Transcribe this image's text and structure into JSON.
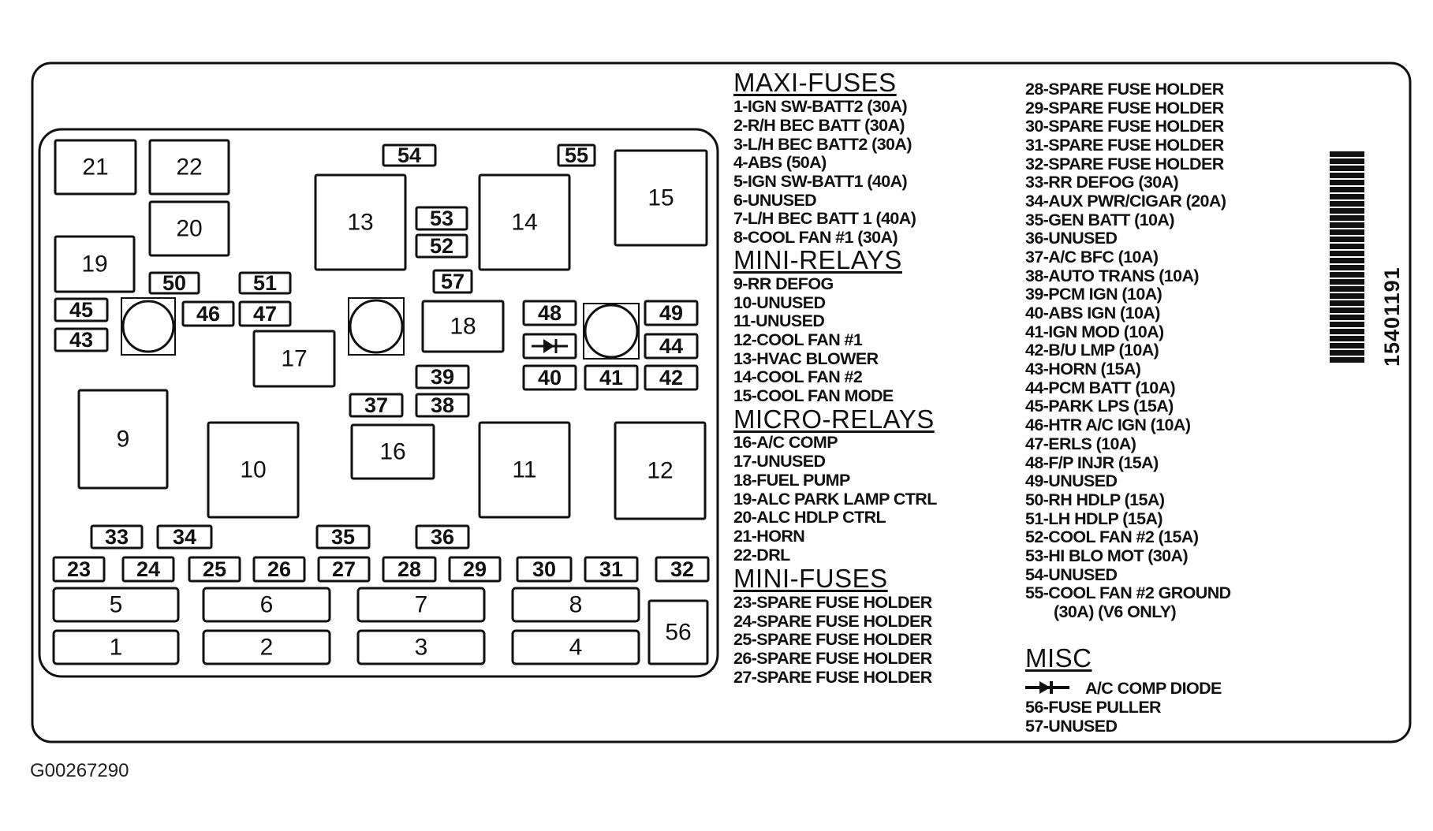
{
  "fuse_box": {
    "components": [
      {
        "label": "21",
        "shape": "rect"
      },
      {
        "label": "22",
        "shape": "rect"
      },
      {
        "label": "20",
        "shape": "rect"
      },
      {
        "label": "19",
        "shape": "rect"
      },
      {
        "label": "13",
        "shape": "rect"
      },
      {
        "label": "14",
        "shape": "rect"
      },
      {
        "label": "15",
        "shape": "rect"
      },
      {
        "label": "54",
        "shape": "fuse"
      },
      {
        "label": "55",
        "shape": "fuse"
      },
      {
        "label": "53",
        "shape": "fuse"
      },
      {
        "label": "52",
        "shape": "fuse"
      },
      {
        "label": "57",
        "shape": "fuse"
      },
      {
        "label": "50",
        "shape": "fuse"
      },
      {
        "label": "51",
        "shape": "fuse"
      },
      {
        "label": "45",
        "shape": "fuse"
      },
      {
        "label": "43",
        "shape": "fuse"
      },
      {
        "label": "46",
        "shape": "fuse"
      },
      {
        "label": "47",
        "shape": "fuse"
      },
      {
        "label": "",
        "shape": "circle"
      },
      {
        "label": "",
        "shape": "circle"
      },
      {
        "label": "",
        "shape": "circle"
      },
      {
        "label": "18",
        "shape": "rect"
      },
      {
        "label": "17",
        "shape": "rect"
      },
      {
        "label": "48",
        "shape": "fuse"
      },
      {
        "label": "49",
        "shape": "fuse"
      },
      {
        "label": "44",
        "shape": "fuse"
      },
      {
        "label": "",
        "shape": "diode"
      },
      {
        "label": "40",
        "shape": "fuse"
      },
      {
        "label": "41",
        "shape": "fuse"
      },
      {
        "label": "42",
        "shape": "fuse"
      },
      {
        "label": "39",
        "shape": "fuse"
      },
      {
        "label": "37",
        "shape": "fuse"
      },
      {
        "label": "38",
        "shape": "fuse"
      },
      {
        "label": "9",
        "shape": "rect"
      },
      {
        "label": "10",
        "shape": "rect"
      },
      {
        "label": "16",
        "shape": "rect"
      },
      {
        "label": "11",
        "shape": "rect"
      },
      {
        "label": "12",
        "shape": "rect"
      },
      {
        "label": "33",
        "shape": "fuse"
      },
      {
        "label": "34",
        "shape": "fuse"
      },
      {
        "label": "35",
        "shape": "fuse"
      },
      {
        "label": "36",
        "shape": "fuse"
      },
      {
        "label": "23",
        "shape": "fuse"
      },
      {
        "label": "24",
        "shape": "fuse"
      },
      {
        "label": "25",
        "shape": "fuse"
      },
      {
        "label": "26",
        "shape": "fuse"
      },
      {
        "label": "27",
        "shape": "fuse"
      },
      {
        "label": "28",
        "shape": "fuse"
      },
      {
        "label": "29",
        "shape": "fuse"
      },
      {
        "label": "30",
        "shape": "fuse"
      },
      {
        "label": "31",
        "shape": "fuse"
      },
      {
        "label": "32",
        "shape": "fuse"
      },
      {
        "label": "5",
        "shape": "maxi"
      },
      {
        "label": "6",
        "shape": "maxi"
      },
      {
        "label": "7",
        "shape": "maxi"
      },
      {
        "label": "8",
        "shape": "maxi"
      },
      {
        "label": "1",
        "shape": "maxi"
      },
      {
        "label": "2",
        "shape": "maxi"
      },
      {
        "label": "3",
        "shape": "maxi"
      },
      {
        "label": "4",
        "shape": "maxi"
      },
      {
        "label": "56",
        "shape": "rect"
      }
    ]
  },
  "legend": {
    "maxi_fuses": {
      "heading": "MAXI-FUSES",
      "items": [
        "1-IGN SW-BATT2 (30A)",
        "2-R/H BEC BATT (30A)",
        "3-L/H BEC BATT2 (30A)",
        "4-ABS (50A)",
        "5-IGN SW-BATT1 (40A)",
        "6-UNUSED",
        "7-L/H BEC BATT 1 (40A)",
        "8-COOL FAN #1 (30A)"
      ]
    },
    "mini_relays": {
      "heading": "MINI-RELAYS",
      "items": [
        "9-RR DEFOG",
        "10-UNUSED",
        "11-UNUSED",
        "12-COOL FAN #1",
        "13-HVAC BLOWER",
        "14-COOL FAN #2",
        "15-COOL FAN MODE"
      ]
    },
    "micro_relays": {
      "heading": "MICRO-RELAYS",
      "items": [
        "16-A/C COMP",
        "17-UNUSED",
        "18-FUEL PUMP",
        "19-ALC PARK LAMP CTRL",
        "20-ALC HDLP CTRL",
        "21-HORN",
        "22-DRL"
      ]
    },
    "mini_fuses": {
      "heading": "MINI-FUSES",
      "items": [
        "23-SPARE FUSE HOLDER",
        "24-SPARE FUSE HOLDER",
        "25-SPARE FUSE HOLDER",
        "26-SPARE FUSE HOLDER",
        "27-SPARE FUSE HOLDER",
        "28-SPARE FUSE HOLDER",
        "29-SPARE FUSE HOLDER",
        "30-SPARE FUSE HOLDER",
        "31-SPARE FUSE HOLDER",
        "32-SPARE FUSE HOLDER",
        "33-RR DEFOG (30A)",
        "34-AUX PWR/CIGAR (20A)",
        "35-GEN BATT (10A)",
        "36-UNUSED",
        "37-A/C BFC (10A)",
        "38-AUTO TRANS (10A)",
        "39-PCM IGN (10A)",
        "40-ABS IGN (10A)",
        "41-IGN MOD (10A)",
        "42-B/U LMP (10A)",
        "43-HORN (15A)",
        "44-PCM BATT (10A)",
        "45-PARK LPS (15A)",
        "46-HTR A/C IGN (10A)",
        "47-ERLS (10A)",
        "48-F/P INJR (15A)",
        "49-UNUSED",
        "50-RH HDLP (15A)",
        "51-LH HDLP (15A)",
        "52-COOL FAN #2 (15A)",
        "53-HI BLO MOT (30A)",
        "54-UNUSED",
        "55-COOL FAN #2 GROUND",
        "(30A) (V6 ONLY)"
      ]
    },
    "misc": {
      "heading": "MISC",
      "diode_label": "A/C COMP DIODE",
      "items": [
        "56-FUSE PULLER",
        "57-UNUSED"
      ]
    }
  },
  "side_code": "15401191",
  "footer_code": "G00267290"
}
